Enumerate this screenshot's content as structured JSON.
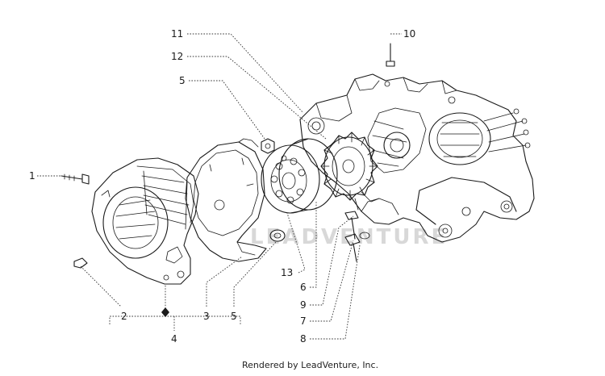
{
  "diagram": {
    "callouts": {
      "c1": "1",
      "c2": "2",
      "c3": "3",
      "c4": "4",
      "c5a": "5",
      "c5b": "5",
      "c6": "6",
      "c7": "7",
      "c8": "8",
      "c9": "9",
      "c10": "10",
      "c11": "11",
      "c12": "12",
      "c13": "13"
    },
    "watermark": "LEADVENTURE",
    "footer": "Rendered by LeadVenture, Inc."
  }
}
